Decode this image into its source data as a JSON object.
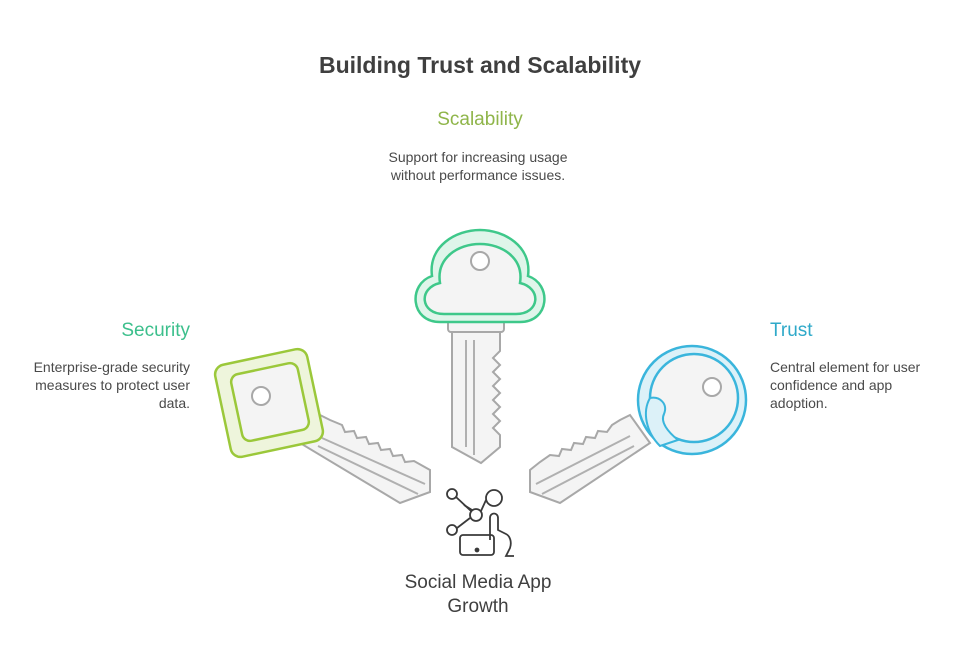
{
  "title": "Building Trust and Scalability",
  "center": {
    "label": "Social Media App Growth"
  },
  "keys": [
    {
      "id": "scalability",
      "heading": "Scalability",
      "description": "Support for increasing usage without performance issues.",
      "color": "#8fb54a",
      "key_color": "#3ec88a"
    },
    {
      "id": "security",
      "heading": "Security",
      "description": "Enterprise-grade security measures to protect user data.",
      "color": "#3cbf8c",
      "key_color": "#9bc83a"
    },
    {
      "id": "trust",
      "heading": "Trust",
      "description": "Central element for user confidence and app adoption.",
      "color": "#2fa9c9",
      "key_color": "#3ab5dc"
    }
  ],
  "icons": {
    "center": "social-network-phone-icon"
  }
}
